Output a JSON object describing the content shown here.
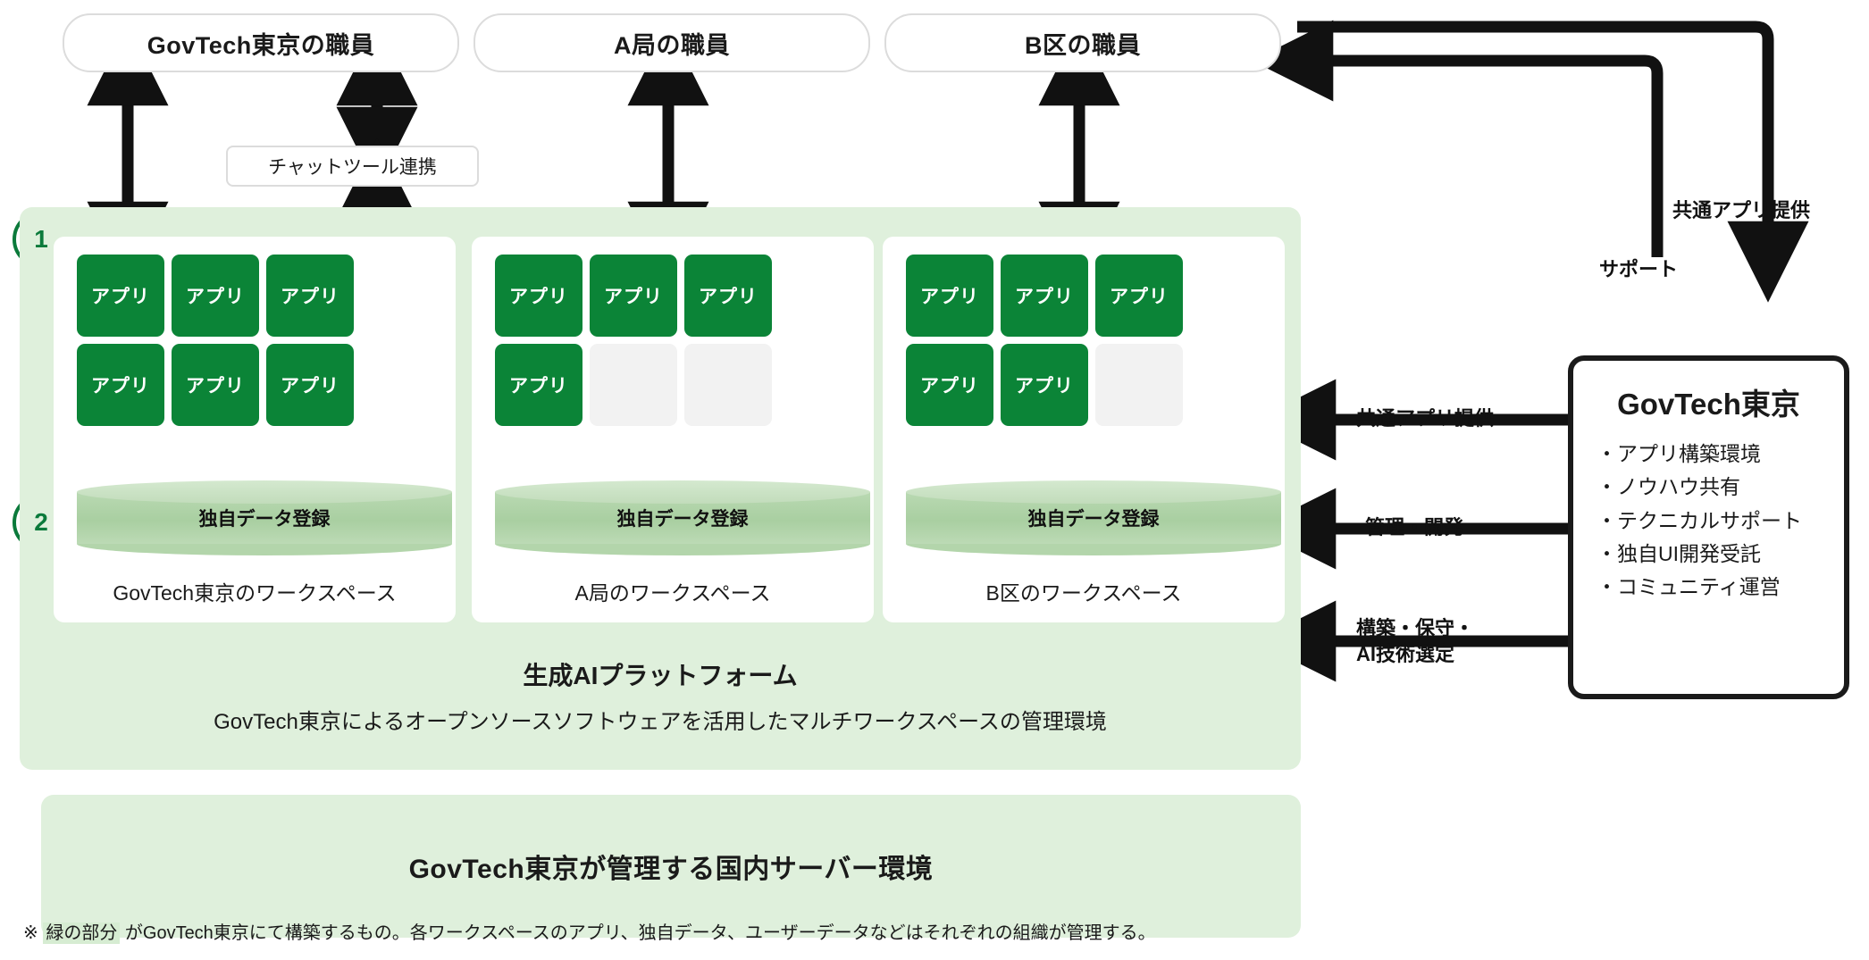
{
  "staff": [
    {
      "label": "GovTech東京の職員"
    },
    {
      "label": "A局の職員"
    },
    {
      "label": "B区の職員"
    }
  ],
  "chat_tool": {
    "label": "チャットツール連携"
  },
  "markers": [
    {
      "number": "1"
    },
    {
      "number": "2"
    }
  ],
  "workspaces": [
    {
      "name": "GovTech東京のワークスペース",
      "db_label": "独自データ登録",
      "apps": [
        {
          "label": "アプリ",
          "filled": true
        },
        {
          "label": "アプリ",
          "filled": true
        },
        {
          "label": "アプリ",
          "filled": true
        },
        {
          "label": "アプリ",
          "filled": true
        },
        {
          "label": "アプリ",
          "filled": true
        },
        {
          "label": "アプリ",
          "filled": true
        }
      ]
    },
    {
      "name": "A局のワークスペース",
      "db_label": "独自データ登録",
      "apps": [
        {
          "label": "アプリ",
          "filled": true
        },
        {
          "label": "アプリ",
          "filled": true
        },
        {
          "label": "アプリ",
          "filled": true
        },
        {
          "label": "アプリ",
          "filled": true
        },
        {
          "label": "",
          "filled": false
        },
        {
          "label": "",
          "filled": false
        }
      ]
    },
    {
      "name": "B区のワークスペース",
      "db_label": "独自データ登録",
      "apps": [
        {
          "label": "アプリ",
          "filled": true
        },
        {
          "label": "アプリ",
          "filled": true
        },
        {
          "label": "アプリ",
          "filled": true
        },
        {
          "label": "アプリ",
          "filled": true
        },
        {
          "label": "アプリ",
          "filled": true
        },
        {
          "label": "",
          "filled": false
        }
      ]
    }
  ],
  "platform": {
    "title": "生成AIプラットフォーム",
    "subtitle": "GovTech東京によるオープンソースソフトウェアを活用したマルチワークスペースの管理環境"
  },
  "server": {
    "label": "GovTech東京が管理する国内サーバー環境"
  },
  "govtech": {
    "title": "GovTech東京",
    "items": [
      "・アプリ構築環境",
      "・ノウハウ共有",
      "・テクニカルサポート",
      "・独自UI開発受託",
      "・コミュニティ運営"
    ]
  },
  "edges": {
    "support": "サポート",
    "common_app_top": "共通アプリ提供",
    "common_app_ws": "共通アプリ提供",
    "manage_dev": "管理・開発",
    "build_maintain": "構築・保守・\nAI技術選定"
  },
  "footnote": {
    "mark": "※ ",
    "highlight": "緑の部分",
    "rest": " がGovTech東京にて構築するもの。各ワークスペースのアプリ、独自データ、ユーザーデータなどはそれぞれの組織が管理する。"
  },
  "colors": {
    "app_green": "#0b8437",
    "panel_green": "#dff0dc",
    "cylinder_green": "#a9cfa1",
    "marker_green": "#0b7a3b",
    "ink": "#1a1a1a"
  }
}
